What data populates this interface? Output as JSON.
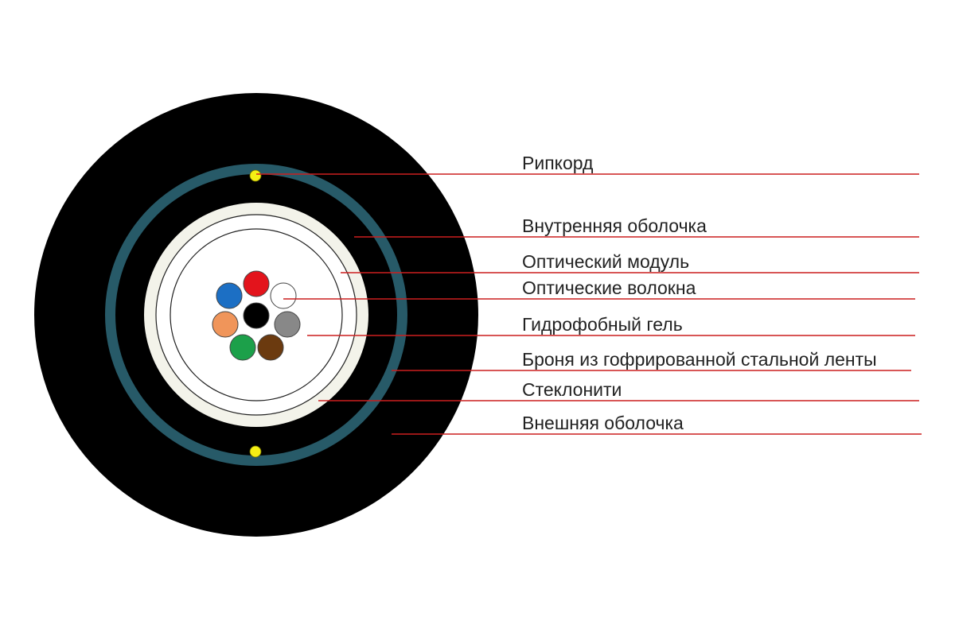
{
  "colors": {
    "background": "#ffffff",
    "outer_sheath": "#000000",
    "armor_ring": "#275a68",
    "glass_yarn": "#f3f3ea",
    "module_wall": "#ffffff",
    "ripcord": "#f5ef14",
    "leader_line": "#cc1f1f",
    "label_text": "#222222"
  },
  "fibers": [
    {
      "name": "red-fiber",
      "color": "#e3141c"
    },
    {
      "name": "white-fiber",
      "color": "#ffffff"
    },
    {
      "name": "gray-fiber",
      "color": "#888888"
    },
    {
      "name": "brown-fiber",
      "color": "#6b3a0f"
    },
    {
      "name": "green-fiber",
      "color": "#1ca04a"
    },
    {
      "name": "orange-fiber",
      "color": "#f0955a"
    },
    {
      "name": "blue-fiber",
      "color": "#1c6fc4"
    },
    {
      "name": "black-center-fiber",
      "color": "#000000"
    }
  ],
  "labels": [
    {
      "name": "ripcord",
      "text": "Рипкорд"
    },
    {
      "name": "inner-sheath",
      "text": "Внутренняя оболочка"
    },
    {
      "name": "optical-module",
      "text": "Оптический модуль"
    },
    {
      "name": "optical-fibers",
      "text": "Оптические волокна"
    },
    {
      "name": "hydrophobic-gel",
      "text": "Гидрофобный гель"
    },
    {
      "name": "armor-tape",
      "text": "Броня из гофрированной стальной ленты"
    },
    {
      "name": "glass-yarns",
      "text": "Стеклонити"
    },
    {
      "name": "outer-sheath",
      "text": "Внешняя оболочка"
    }
  ]
}
